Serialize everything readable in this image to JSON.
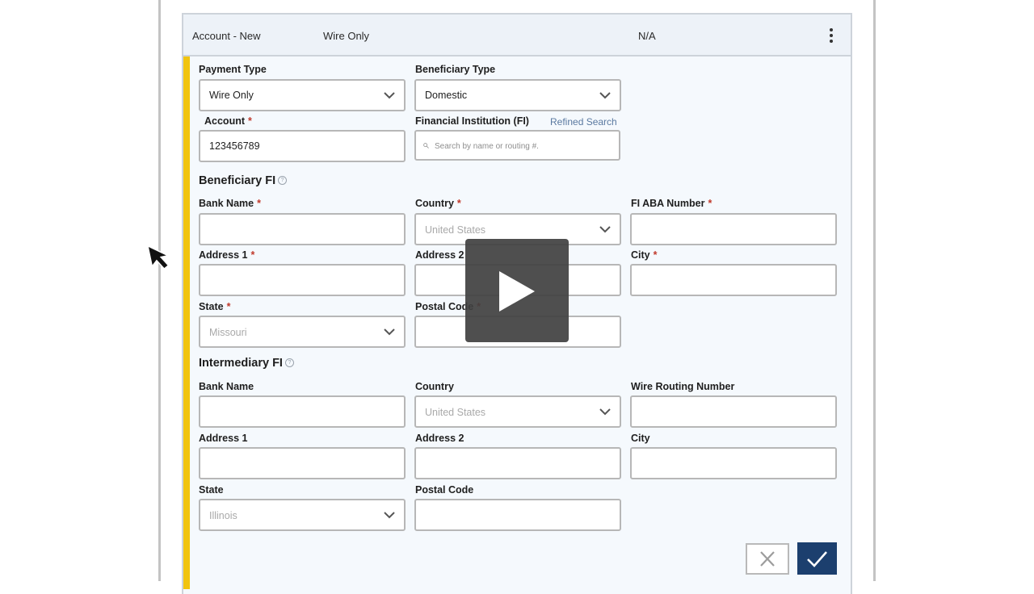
{
  "header": {
    "account_label": "Account - New",
    "payment_summary": "Wire Only",
    "status": "N/A"
  },
  "payment": {
    "payment_type_label": "Payment Type",
    "payment_type_value": "Wire Only",
    "beneficiary_type_label": "Beneficiary Type",
    "beneficiary_type_value": "Domestic",
    "account_label": "Account",
    "account_value": "123456789",
    "fi_label": "Financial Institution (FI)",
    "refined_search_link": "Refined Search",
    "fi_search_placeholder": "Search by name or routing #."
  },
  "beneficiary_fi": {
    "title": "Beneficiary FI",
    "bank_name_label": "Bank Name",
    "country_label": "Country",
    "country_value": "United States",
    "aba_label": "FI ABA Number",
    "address1_label": "Address 1",
    "address2_label": "Address 2",
    "city_label": "City",
    "state_label": "State",
    "state_value": "Missouri",
    "postal_label": "Postal Code"
  },
  "intermediary_fi": {
    "title": "Intermediary FI",
    "bank_name_label": "Bank Name",
    "country_label": "Country",
    "country_value": "United States",
    "routing_label": "Wire Routing Number",
    "address1_label": "Address 1",
    "address2_label": "Address 2",
    "city_label": "City",
    "state_label": "State",
    "state_value": "Illinois",
    "postal_label": "Postal Code"
  },
  "required_marker": "*",
  "help_glyph": "?",
  "icons": {
    "header_menu": "kebab-menu-icon",
    "dropdown": "chevron-down-icon",
    "search": "search-icon",
    "cancel": "close-icon",
    "confirm": "check-icon",
    "video": "play-icon",
    "pointer": "mouse-cursor-icon"
  },
  "colors": {
    "accent": "#f1c40f",
    "primary_button": "#1c3f6e",
    "required": "#c0392b",
    "link": "#5a79a0",
    "panel_background": "#f5f9fd"
  }
}
